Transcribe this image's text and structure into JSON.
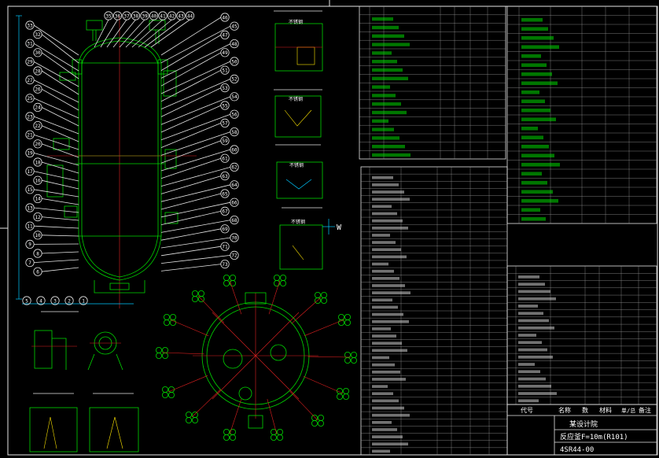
{
  "title_block": {
    "col_code": "代号",
    "col_name": "名称",
    "col_qty": "数",
    "col_material": "材料",
    "col_weight": "单/总",
    "col_remark": "备注",
    "company": "某设计院",
    "drawing_name": "反应釜F=10m(R101)",
    "drawing_number": "4SR44-00"
  },
  "views": {
    "detail_w": "W",
    "detail_title": "不锈钢"
  },
  "balloons": {
    "left": [
      "33",
      "32",
      "31",
      "30",
      "29",
      "28",
      "27",
      "26",
      "25",
      "24",
      "23",
      "22",
      "21",
      "20",
      "19",
      "18",
      "17",
      "16",
      "15",
      "14",
      "13",
      "12",
      "11",
      "10",
      "9",
      "8",
      "7",
      "6"
    ],
    "right": [
      "46",
      "45",
      "47",
      "48",
      "49",
      "50",
      "51",
      "52",
      "53",
      "54",
      "55",
      "56",
      "57",
      "58",
      "59",
      "60",
      "61",
      "62",
      "63",
      "64",
      "65",
      "66",
      "67",
      "68",
      "69",
      "70",
      "71",
      "72",
      "73"
    ],
    "top": [
      "35",
      "36",
      "37",
      "38",
      "39",
      "40",
      "41",
      "42",
      "43",
      "44"
    ],
    "bottom": [
      "5",
      "4",
      "3",
      "2",
      "1"
    ]
  },
  "colors": {
    "background": "#000000",
    "outline": "#00d800",
    "text": "#ffffff",
    "centerline": "#e02020",
    "dimension": "#00c8ff",
    "hatch": "#ffe600"
  }
}
